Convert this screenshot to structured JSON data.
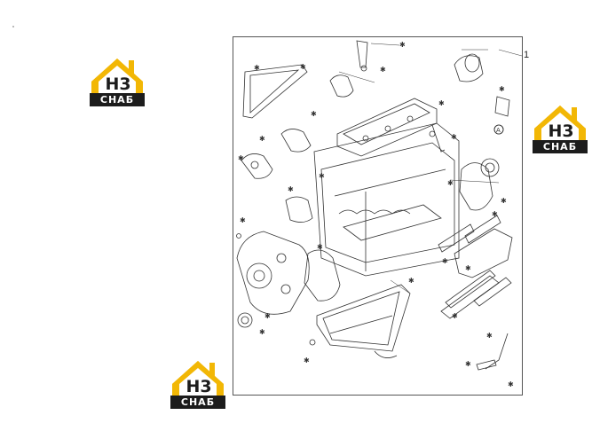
{
  "logos": [
    {
      "mark": "H3",
      "word": "СНАБ"
    },
    {
      "mark": "H3",
      "word": "СНАБ"
    },
    {
      "mark": "H3",
      "word": "СНАБ"
    }
  ],
  "diagram": {
    "callout_label": "1",
    "part_marker": "✱",
    "hatch_marker": "A"
  },
  "colors": {
    "logo_yellow": "#f2b705",
    "logo_dark": "#1c1c1c",
    "line": "#333333"
  }
}
